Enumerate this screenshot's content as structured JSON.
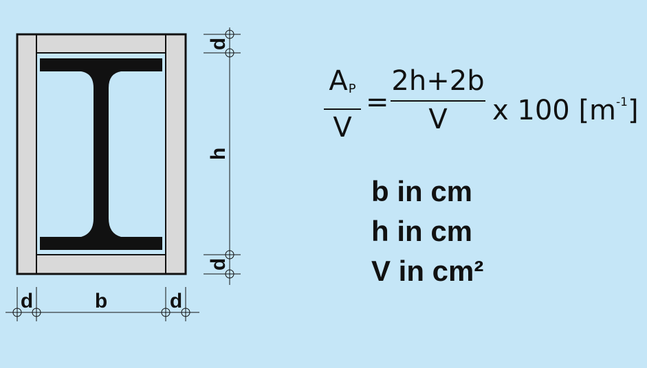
{
  "diagram": {
    "dimensions": {
      "d": "d",
      "h": "h",
      "b": "b"
    }
  },
  "formula": {
    "lhs_numerator": "A",
    "lhs_numerator_subscript": "P",
    "lhs_denominator": "V",
    "equals": "=",
    "rhs_numerator": "2h+2b",
    "rhs_denominator": "V",
    "multiplier": "x 100",
    "unit_open": "[m",
    "unit_exponent": "-1",
    "unit_close": "]"
  },
  "units": [
    "b in cm",
    "h in cm",
    "V in cm²"
  ],
  "colors": {
    "background": "#c5e6f7",
    "casing": "#d9d9d9",
    "inner": "#c5e6f7",
    "outline": "#111111"
  }
}
